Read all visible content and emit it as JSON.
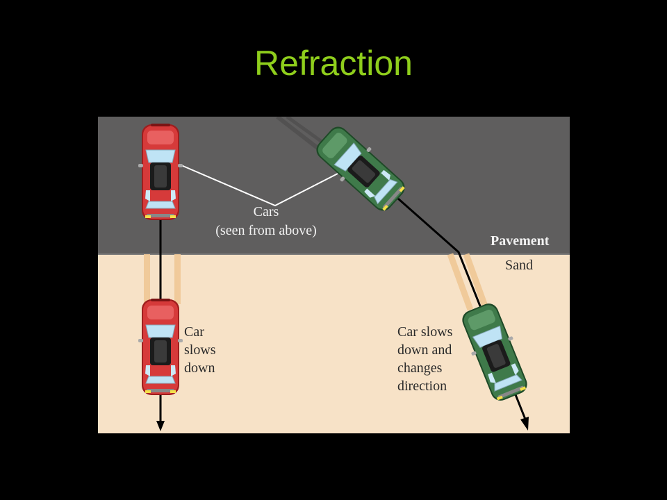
{
  "slide": {
    "title": "Refraction",
    "title_color": "#8fce1c",
    "background": "#000000"
  },
  "figure": {
    "colors": {
      "pavement": "#5f5e5e",
      "sand": "#f7e2c7",
      "red_car": "#d63a3a",
      "green_car": "#3f7a4a",
      "tire_track_sand": "#f0c896",
      "path_line": "#000000",
      "leader_line": "#ffffff"
    },
    "labels": {
      "cars_heading": "Cars",
      "cars_subheading": "(seen from above)",
      "pavement": "Pavement",
      "sand": "Sand",
      "left_note": [
        "Car",
        "slows",
        "down"
      ],
      "right_note": [
        "Car slows",
        "down and",
        "changes",
        "direction"
      ]
    }
  }
}
